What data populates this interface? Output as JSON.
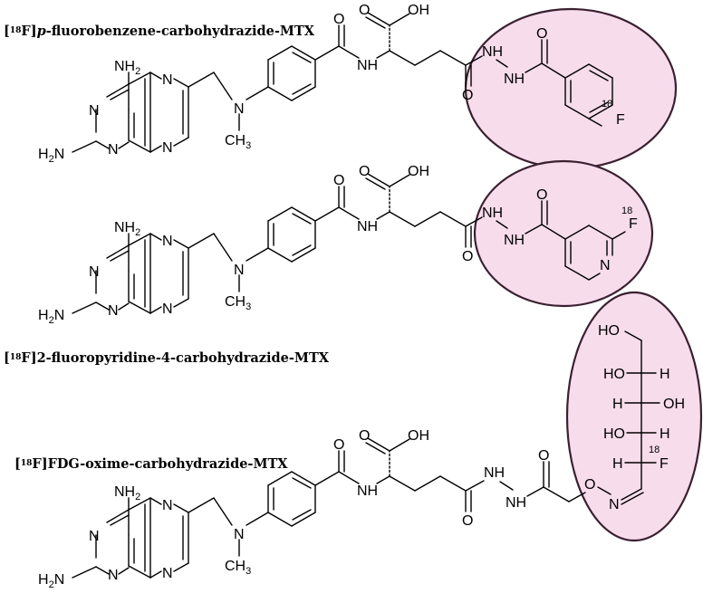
{
  "colors": {
    "highlight_fill": "#f7dcec",
    "highlight_stroke": "#3a2030"
  },
  "compounds": [
    {
      "label_iso": "18",
      "label_prefix": "F]",
      "label_italic": "p",
      "label_rest": "-fluorobenzene-carbohydrazide-MTX"
    },
    {
      "label_iso": "18",
      "label_prefix": "F]",
      "label_rest": "2-fluoropyridine-4-carbohydrazide-MTX"
    },
    {
      "label_iso": "18",
      "label_prefix": "F]",
      "label_rest": "FDG-oxime-carbohydrazide-MTX"
    }
  ],
  "atoms": {
    "nh2": "NH",
    "h2n": "H",
    "n": "N",
    "ch3": "CH",
    "nh": "NH",
    "o": "O",
    "oh": "OH",
    "f": "F",
    "iso": "18",
    "ho": "HO",
    "h": "H",
    "two": "2",
    "three": "3"
  }
}
